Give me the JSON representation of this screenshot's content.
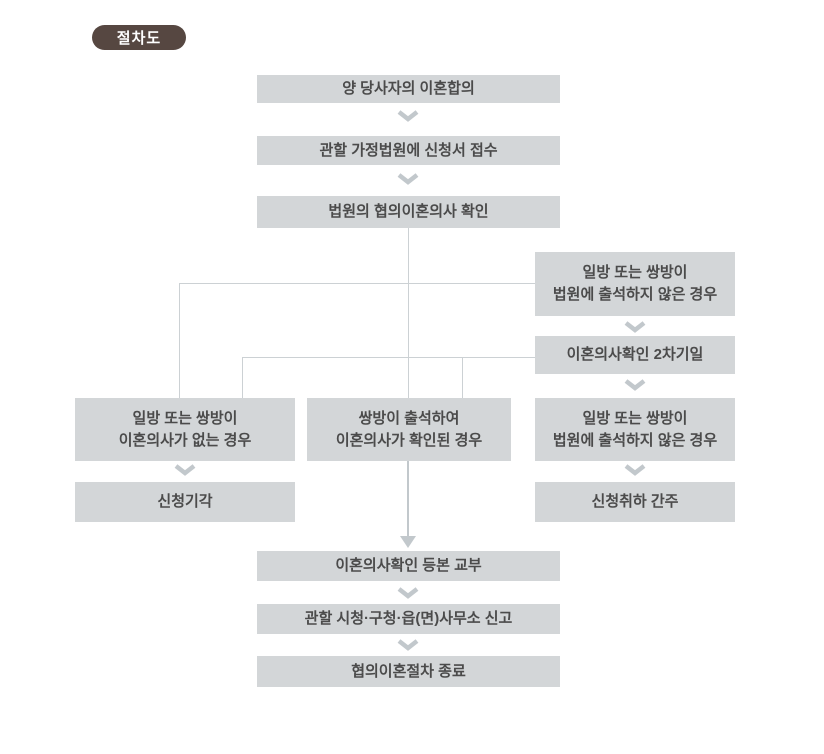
{
  "badge": {
    "label": "절차도"
  },
  "nodes": {
    "agreement": "양 당사자의 이혼합의",
    "filing": "관할 가정법원에 신청서 접수",
    "court_confirmation": "법원의 협의이혼의사 확인",
    "no_show_first": "일방 또는 쌍방이\n법원에 출석하지 않은 경우",
    "second_date": "이혼의사확인 2차기일",
    "no_intent": "일방 또는 쌍방이\n이혼의사가 없는 경우",
    "confirmed": "쌍방이 출석하여\n이혼의사가 확인된 경우",
    "no_show_second": "일방 또는 쌍방이\n법원에 출석하지 않은 경우",
    "dismissed": "신청기각",
    "deemed_withdrawn": "신청취하 간주",
    "copy_issued": "이혼의사확인 등본 교부",
    "report_office": "관할 시청·구청·읍(면)사무소 신고",
    "procedure_end": "협의이혼절차 종료"
  },
  "icons": {
    "chevron": "chevron-down-icon",
    "arrow": "arrow-down-icon"
  },
  "colors": {
    "page_bg": "#ffffff",
    "badge_bg": "#564741",
    "badge_text": "#ffffff",
    "box_bg": "#d3d6d8",
    "box_text": "#4b4b4b",
    "line": "#ccd1d4",
    "chevron": "#c2c8cc"
  }
}
